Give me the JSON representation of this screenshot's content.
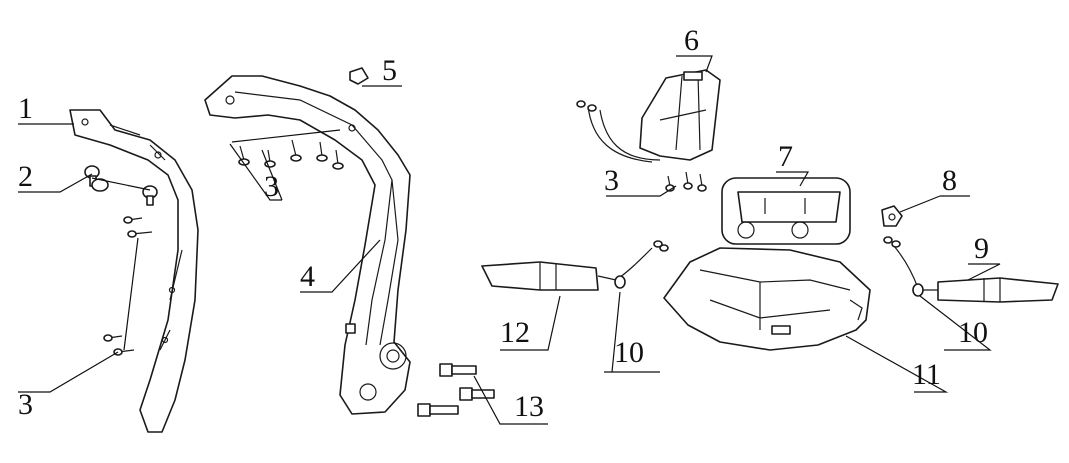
{
  "callouts": {
    "c1": "1",
    "c2": "2",
    "c3a": "3",
    "c3b": "3",
    "c3c": "3",
    "c4": "4",
    "c5": "5",
    "c6": "6",
    "c7": "7",
    "c8": "8",
    "c9": "9",
    "c10a": "10",
    "c10b": "10",
    "c11": "11",
    "c12": "12",
    "c13": "13"
  },
  "colors": {
    "line": "#1a1a1a",
    "background": "#ffffff"
  }
}
